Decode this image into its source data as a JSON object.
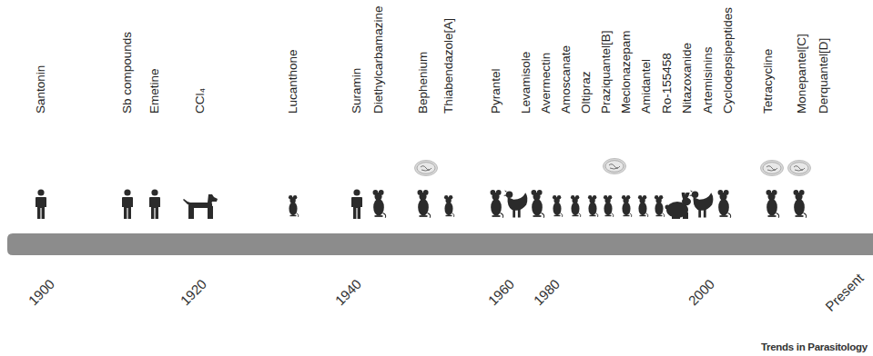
{
  "diagram": {
    "labels": [
      "Santonin",
      "Sb compounds",
      "Emetine",
      "CCl₄",
      "Lucanthone",
      "Suramin",
      "Diethylcarbamazine",
      "Bephenium",
      "Thiabendazole[A]",
      "Pyrantel",
      "Levamisole",
      "Avermectin",
      "Amoscanate",
      "Oltipraz",
      "Praziquantel[B]",
      "Meclonazepam",
      "Amidantel",
      "Ro-155458",
      "Nitazoxanide",
      "Artemisinins",
      "Cyclodepsipeptides",
      "Tetracycline",
      "Monepantel[C]",
      "Derquantel[D]",
      "1900",
      "1920",
      "1940",
      "1960",
      "1980",
      "2000",
      "Present",
      "Trends in Parasitology"
    ]
  }
}
